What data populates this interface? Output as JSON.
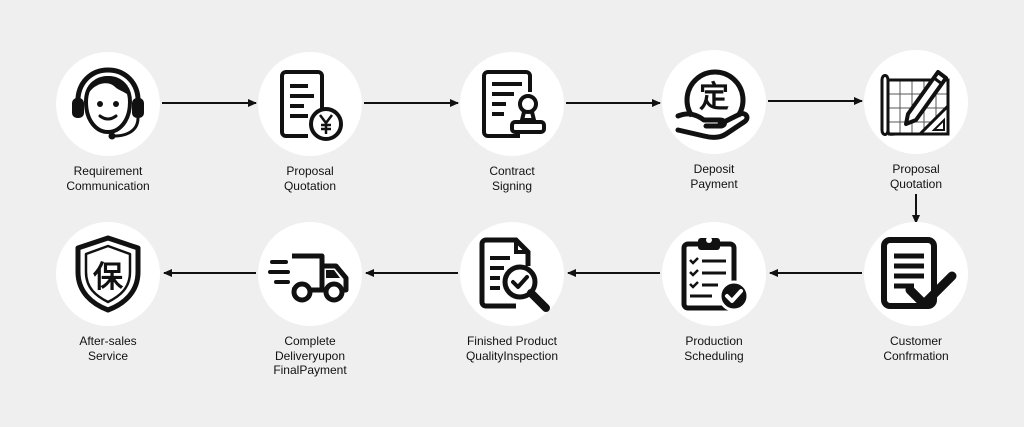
{
  "steps": [
    {
      "id": "requirement",
      "lines": [
        "Requirement",
        "Communication"
      ],
      "icon": "headset-person-icon"
    },
    {
      "id": "proposal-1",
      "lines": [
        "Proposal",
        "Quotation"
      ],
      "icon": "document-yen-icon"
    },
    {
      "id": "contract",
      "lines": [
        "Contract",
        "Signing"
      ],
      "icon": "document-stamp-icon"
    },
    {
      "id": "deposit",
      "lines": [
        "Deposit",
        "Payment"
      ],
      "icon": "hand-coin-icon",
      "glyph": "定"
    },
    {
      "id": "proposal-2",
      "lines": [
        "Proposal",
        "Quotation"
      ],
      "icon": "blueprint-pencil-icon"
    },
    {
      "id": "confirmation",
      "lines": [
        "Customer",
        "Confrmation"
      ],
      "icon": "document-check-icon"
    },
    {
      "id": "scheduling",
      "lines": [
        "Production",
        "Scheduling"
      ],
      "icon": "clipboard-check-icon"
    },
    {
      "id": "inspection",
      "lines": [
        "Finished Product",
        "QualityInspection"
      ],
      "icon": "document-magnifier-icon"
    },
    {
      "id": "delivery",
      "lines": [
        "Complete",
        "Deliveryupon",
        "FinalPayment"
      ],
      "icon": "delivery-truck-icon"
    },
    {
      "id": "after-sales",
      "lines": [
        "After-sales",
        "Service"
      ],
      "icon": "shield-icon",
      "glyph": "保"
    }
  ],
  "colors": {
    "background": "#efefef",
    "circle": "#ffffff",
    "ink": "#111111"
  }
}
